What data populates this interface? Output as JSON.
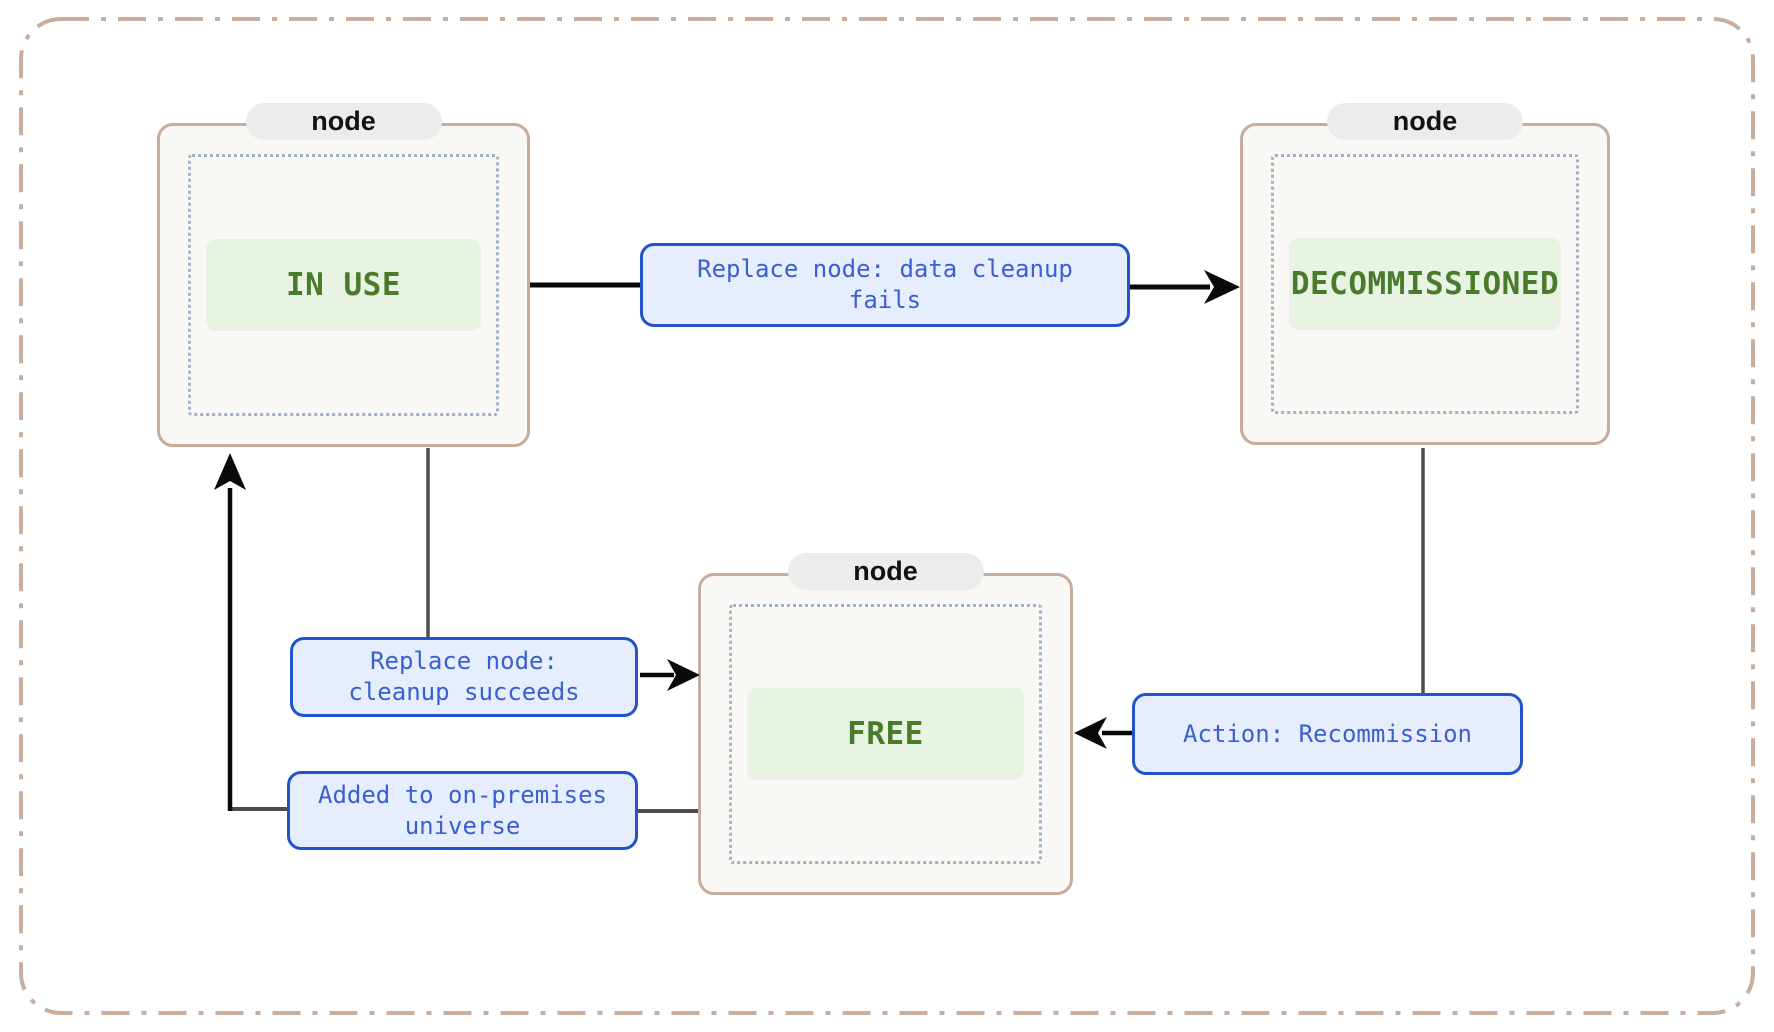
{
  "nodes": [
    {
      "id": "in-use",
      "tab_label": "node",
      "state_label": "IN USE"
    },
    {
      "id": "decommissioned",
      "tab_label": "node",
      "state_label": "DECOMMISSIONED"
    },
    {
      "id": "free",
      "tab_label": "node",
      "state_label": "FREE"
    }
  ],
  "edges": [
    {
      "from": "IN USE",
      "to": "DECOMMISSIONED",
      "line1": "Replace node: data cleanup",
      "line2": "fails"
    },
    {
      "from": "IN USE",
      "to": "FREE",
      "line1": "Replace node:",
      "line2": "cleanup succeeds"
    },
    {
      "from": "FREE",
      "to": "IN USE",
      "line1": "Added to on-premises",
      "line2": "universe"
    },
    {
      "from": "DECOMMISSIONED",
      "to": "FREE",
      "line1": "Action: Recommission",
      "line2": ""
    }
  ],
  "colors": {
    "frame_border": "#c9ae9b",
    "node_border": "#c6ac9a",
    "node_bg": "#faf8f4",
    "tab_bg": "#ececec",
    "dotted_border": "#9eb1c7",
    "state_badge_bg": "#e8f3e4",
    "state_text": "#4a7a2c",
    "edge_box_bg": "#e6edfc",
    "edge_box_border": "#2353cb",
    "edge_text": "#3a5fd0",
    "connector_dark": "#0a0a0a",
    "connector_gray": "#4d4d4d"
  }
}
